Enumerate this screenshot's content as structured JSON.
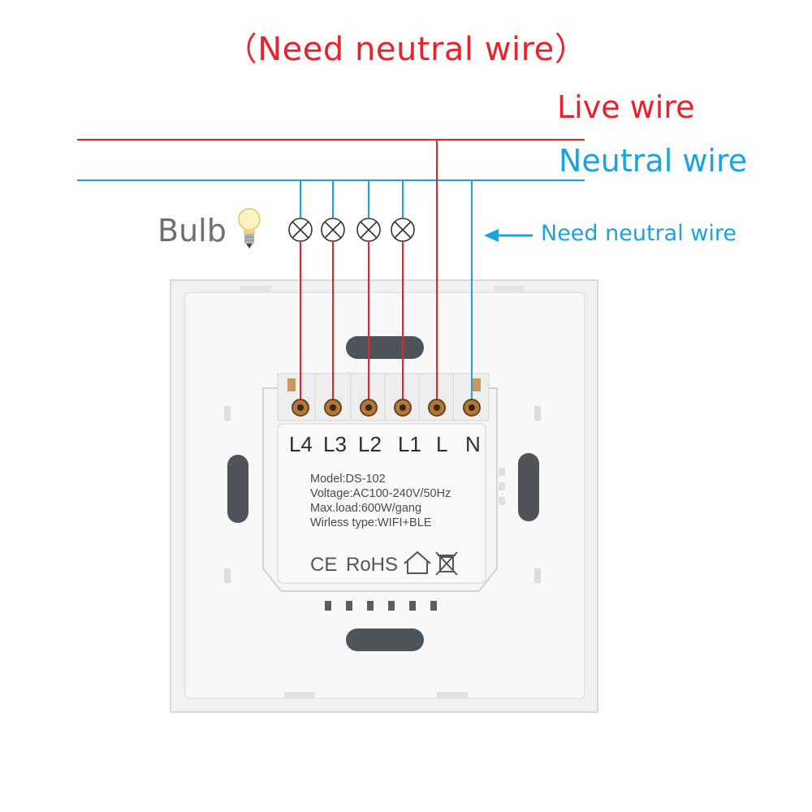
{
  "title": "（Need neutral wire）",
  "labels": {
    "live": "Live wire",
    "neutral": "Neutral wire",
    "need_neutral": "Need neutral wire",
    "bulb": "Bulb"
  },
  "terminals": [
    "L4",
    "L3",
    "L2",
    "L1",
    "L",
    "N"
  ],
  "spec": {
    "model": "Model:DS-102",
    "voltage": "Voltage:AC100-240V/50Hz",
    "max_load": "Max.load:600W/gang",
    "wireless": "Wirless type:WIFI+BLE"
  },
  "certifications": {
    "ce": "CE",
    "rohs": "RoHS"
  },
  "colors": {
    "live": "#e8232b",
    "neutral": "#1aa3e0",
    "plate": "#f4f4f4",
    "module": "#f7f7f7"
  }
}
